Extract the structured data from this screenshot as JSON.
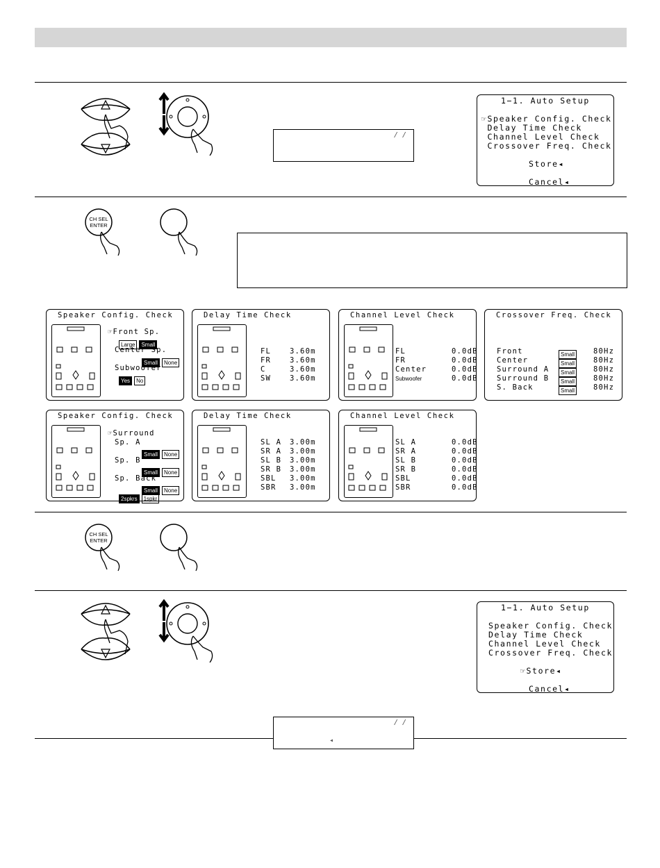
{
  "auto_setup_menu_1": {
    "title": "1−1. Auto Setup",
    "items": [
      "☞Speaker Config. Check",
      " Delay Time Check",
      " Channel Level Check",
      " Crossover Freq. Check"
    ],
    "store": "Store◂",
    "cancel": "Cancel◂"
  },
  "auto_setup_menu_2": {
    "title": "1−1. Auto Setup",
    "items": [
      "Speaker Config. Check",
      "Delay Time Check",
      "Channel Level Check",
      "Crossover Freq. Check"
    ],
    "store": "☞Store◂",
    "cancel": "Cancel◂"
  },
  "remote_labels": {
    "ch_sel_enter": "CH SEL\nENTER",
    "ch_sel_line1": "CH SEL",
    "ch_sel_line2": "ENTER"
  },
  "lcd_segments": {
    "top_right": "/ /",
    "arrow": "◂"
  },
  "speaker_config_front": {
    "title": "Speaker Config. Check",
    "front_label": "☞Front Sp.",
    "front_options": [
      "Large",
      "Small"
    ],
    "center_label": "Center Sp.",
    "center_options": [
      "Small",
      "None"
    ],
    "subwoofer_label": "Subwoofer",
    "subwoofer_options": [
      "Yes",
      "No"
    ]
  },
  "delay_front": {
    "title": "Delay Time Check",
    "rows": [
      {
        "ch": "FL",
        "val": "3.60m"
      },
      {
        "ch": "FR",
        "val": "3.60m"
      },
      {
        "ch": "C",
        "val": "3.60m"
      },
      {
        "ch": "SW",
        "val": "3.60m"
      }
    ]
  },
  "level_front": {
    "title": "Channel Level Check",
    "rows": [
      {
        "ch": "FL",
        "val": "0.0dB"
      },
      {
        "ch": "FR",
        "val": "0.0dB"
      },
      {
        "ch": "Center",
        "val": "0.0dB"
      },
      {
        "ch": "Subwoofer",
        "val": "0.0dB"
      }
    ]
  },
  "crossover": {
    "title": "Crossover Freq. Check",
    "rows": [
      {
        "ch": "Front",
        "size": "Small",
        "val": "80Hz"
      },
      {
        "ch": "Center",
        "size": "Small",
        "val": "80Hz"
      },
      {
        "ch": "Surround A",
        "size": "Small",
        "val": "80Hz"
      },
      {
        "ch": "Surround B",
        "size": "Small",
        "val": "80Hz"
      },
      {
        "ch": "S. Back",
        "size": "Small",
        "val": "80Hz"
      }
    ]
  },
  "speaker_config_surround": {
    "title": "Speaker Config. Check",
    "surround_label": "☞Surround",
    "spa_label": "Sp. A",
    "spa_options": [
      "Small",
      "None"
    ],
    "spb_label": "Sp. B",
    "spb_options": [
      "Small",
      "None"
    ],
    "spback_label": "Sp. Back",
    "spback_options": [
      "Small",
      "None"
    ],
    "spback_count": [
      "2spkrs",
      "1spkr"
    ]
  },
  "delay_surround": {
    "title": "Delay Time Check",
    "rows": [
      {
        "ch": "SL A",
        "val": "3.00m"
      },
      {
        "ch": "SR A",
        "val": "3.00m"
      },
      {
        "ch": "SL B",
        "val": "3.00m"
      },
      {
        "ch": "SR B",
        "val": "3.00m"
      },
      {
        "ch": "SBL",
        "val": "3.00m"
      },
      {
        "ch": "SBR",
        "val": "3.00m"
      }
    ]
  },
  "level_surround": {
    "title": "Channel Level Check",
    "rows": [
      {
        "ch": "SL A",
        "val": "0.0dB"
      },
      {
        "ch": "SR A",
        "val": "0.0dB"
      },
      {
        "ch": "SL B",
        "val": "0.0dB"
      },
      {
        "ch": "SR B",
        "val": "0.0dB"
      },
      {
        "ch": "SBL",
        "val": "0.0dB"
      },
      {
        "ch": "SBR",
        "val": "0.0dB"
      }
    ]
  }
}
